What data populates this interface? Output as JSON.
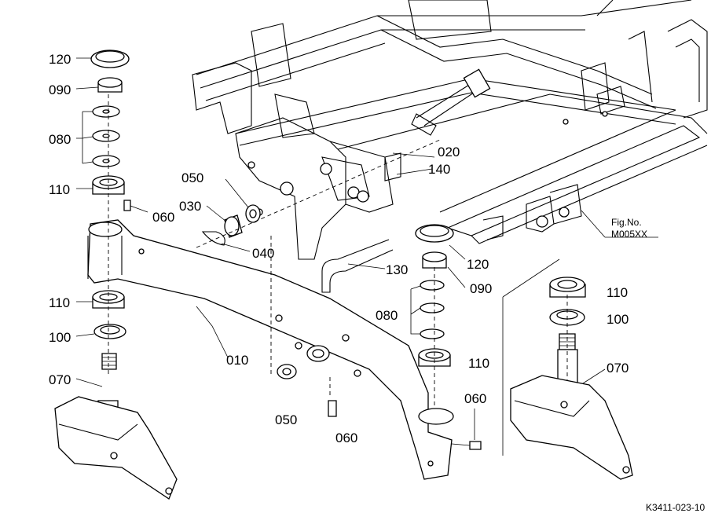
{
  "labels": {
    "l120a": "120",
    "l090a": "090",
    "l080a": "080",
    "l110a": "110",
    "l060a": "060",
    "l050a": "050",
    "l030": "030",
    "l040": "040",
    "l020": "020",
    "l140": "140",
    "l130": "130",
    "l120b": "120",
    "l090b": "090",
    "l080b": "080",
    "l110b": "110",
    "l110c": "110",
    "l100a": "100",
    "l010": "010",
    "l070a": "070",
    "l050b": "050",
    "l060b": "060",
    "l060c": "060",
    "l110d": "110",
    "l100b": "100",
    "l070b": "070"
  },
  "fig_no_line1": "Fig.No.",
  "fig_no_line2": "M005XX",
  "drawing_code": "K3411-023-10"
}
